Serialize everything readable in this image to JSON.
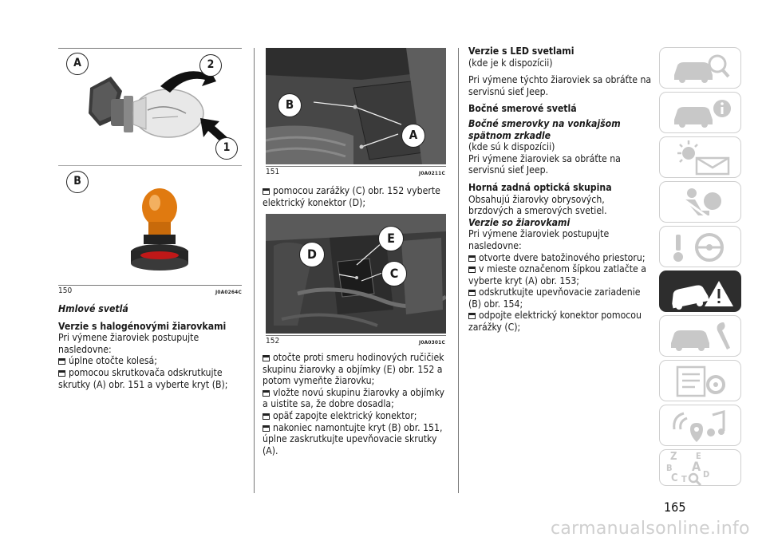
{
  "figures": {
    "fig150": {
      "num": "150",
      "code": "J0A0264C",
      "labels": {
        "a": "A",
        "b": "B",
        "n1": "1",
        "n2": "2"
      }
    },
    "fig151": {
      "num": "151",
      "code": "J0A0211C",
      "labels": {
        "a": "A",
        "b": "B"
      }
    },
    "fig152": {
      "num": "152",
      "code": "J0A0301C",
      "labels": {
        "c": "C",
        "d": "D",
        "e": "E"
      }
    }
  },
  "col1": {
    "section_title": "Hmlové svetlá",
    "sub_title": "Verzie s halogénovými žiarovkami",
    "intro": "Pri výmene žiaroviek postupujte nasledovne:",
    "steps": [
      "úplne otočte kolesá;",
      "pomocou skrutkovača odskrutkujte skrutky (A) obr. 151 a vyberte kryt (B);"
    ]
  },
  "col2": {
    "steps": [
      "pomocou zarážky (C) obr. 152 vyberte elektrický konektor (D);",
      "otočte proti smeru hodinových ručičiek skupinu žiarovky a objímky (E) obr. 152 a potom vymeňte žiarovku;",
      "vložte novú skupinu žiarovky a objímky a uistite sa, že dobre dosadla;",
      "opäť zapojte elektrický konektor;",
      "nakoniec namontujte kryt (B) obr. 151, úplne zaskrutkujte upevňovacie skrutky (A)."
    ]
  },
  "col3": {
    "led_title": "Verzie s LED svetlami",
    "led_avail": "(kde je k dispozícii)",
    "led_text": "Pri výmene týchto žiaroviek sa obráťte na servisnú sieť Jeep.",
    "side_title": "Bočné smerové svetlá",
    "mirror_title": "Bočné smerovky na vonkajšom spätnom zrkadle",
    "mirror_avail": "(kde sú k dispozícii)",
    "mirror_text": "Pri výmene žiaroviek sa obráťte na servisnú sieť Jeep.",
    "rear_title": "Horná zadná optická skupina",
    "rear_text": "Obsahujú žiarovky obrysových, brzdových a smerových svetiel.",
    "bulb_title": "Verzie so žiarovkami",
    "bulb_intro": "Pri výmene žiaroviek postupujte nasledovne:",
    "steps": [
      "otvorte dvere batožinového priestoru;",
      "v mieste označenom šípkou zatlačte a vyberte kryt (A) obr. 153;",
      "odskrutkujte upevňovacie zariadenie (B) obr. 154;",
      "odpojte elektrický konektor pomocou zarážky (C);"
    ]
  },
  "tabs": [
    {
      "icon": "car-dashboard-icon",
      "active": false
    },
    {
      "icon": "car-info-icon",
      "active": false
    },
    {
      "icon": "warning-light-mail-icon",
      "active": false
    },
    {
      "icon": "airbag-seat-icon",
      "active": false
    },
    {
      "icon": "steering-wheel-key-icon",
      "active": false
    },
    {
      "icon": "car-warning-triangle-icon",
      "active": true
    },
    {
      "icon": "car-wrench-icon",
      "active": false
    },
    {
      "icon": "technical-data-icon",
      "active": false
    },
    {
      "icon": "multimedia-icon",
      "active": false
    },
    {
      "icon": "alphabetical-index-icon",
      "active": false
    }
  ],
  "index_letters": {
    "z": "Z",
    "e": "E",
    "b": "B",
    "a": "A",
    "c": "C",
    "t": "T",
    "d": "D"
  },
  "page_number": "165",
  "watermark": "carmanualsonline.info",
  "colors": {
    "active_tab": "#2d2d2d",
    "bulb_amber": "#e07a10",
    "rule": "#777777"
  }
}
